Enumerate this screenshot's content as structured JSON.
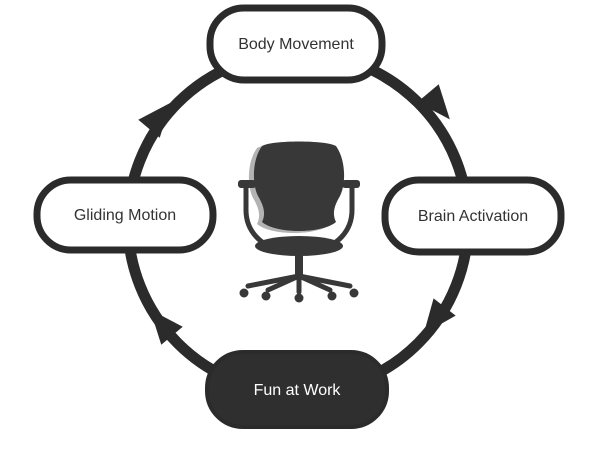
{
  "diagram": {
    "nodes": {
      "top": {
        "label": "Body Movement"
      },
      "right": {
        "label": "Brain Activation"
      },
      "bottom": {
        "label": "Fun at Work"
      },
      "left": {
        "label": "Gliding Motion"
      }
    },
    "flow_direction": "clockwise",
    "center_icon": "office-chair-icon",
    "colors": {
      "outline": "#2b2b2b",
      "node_fill": "#ffffff",
      "highlight_fill": "#2f2f2f",
      "highlight_text": "#ffffff",
      "text": "#333333",
      "chair_body": "#383838",
      "chair_shadow": "#9a9a9a"
    }
  }
}
